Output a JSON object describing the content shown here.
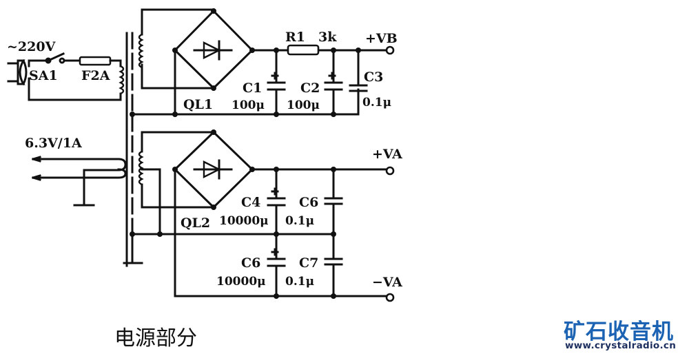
{
  "diagram": {
    "title": "电源部分",
    "mains": {
      "label": "~220V",
      "switch": "SA1",
      "fuse": "F2A"
    },
    "heater_winding": {
      "label": "6.3V/1A"
    },
    "bridge1": {
      "label": "QL1"
    },
    "bridge2": {
      "label": "QL2"
    },
    "components": {
      "R1": {
        "name": "R1",
        "value": "3k"
      },
      "C1": {
        "name": "C1",
        "value": "100μ"
      },
      "C2": {
        "name": "C2",
        "value": "100μ"
      },
      "C3": {
        "name": "C3",
        "value": "0.1μ"
      },
      "C4": {
        "name": "C4",
        "value": "10000μ"
      },
      "C6a": {
        "name": "C6",
        "value": "0.1μ"
      },
      "C6b": {
        "name": "C6",
        "value": "10000μ"
      },
      "C7": {
        "name": "C7",
        "value": "0.1μ"
      }
    },
    "outputs": {
      "vb": "+VB",
      "va_pos": "+VA",
      "va_neg": "−VA"
    }
  },
  "watermark": {
    "brand": "矿石收音机",
    "url": "www.crystalradio.cn"
  },
  "colors": {
    "ink": "#111111",
    "brand_blue": "#1d63b3"
  }
}
